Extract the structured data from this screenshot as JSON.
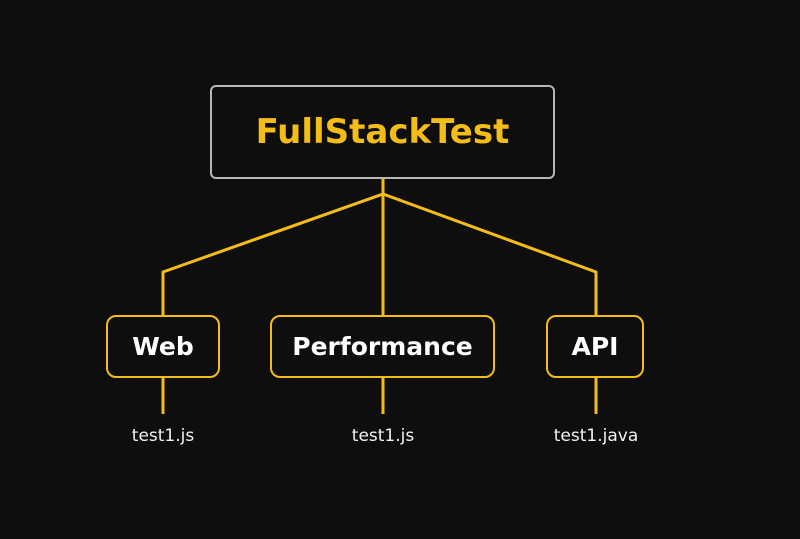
{
  "diagram": {
    "root": {
      "label": "FullStackTest"
    },
    "children": [
      {
        "label": "Web",
        "file": "test1.js"
      },
      {
        "label": "Performance",
        "file": "test1.js"
      },
      {
        "label": "API",
        "file": "test1.java"
      }
    ]
  },
  "colors": {
    "background": "#0e0e0e",
    "accent": "#f4bc17",
    "root_border": "#b7b7b7",
    "text": "#ffffff"
  }
}
